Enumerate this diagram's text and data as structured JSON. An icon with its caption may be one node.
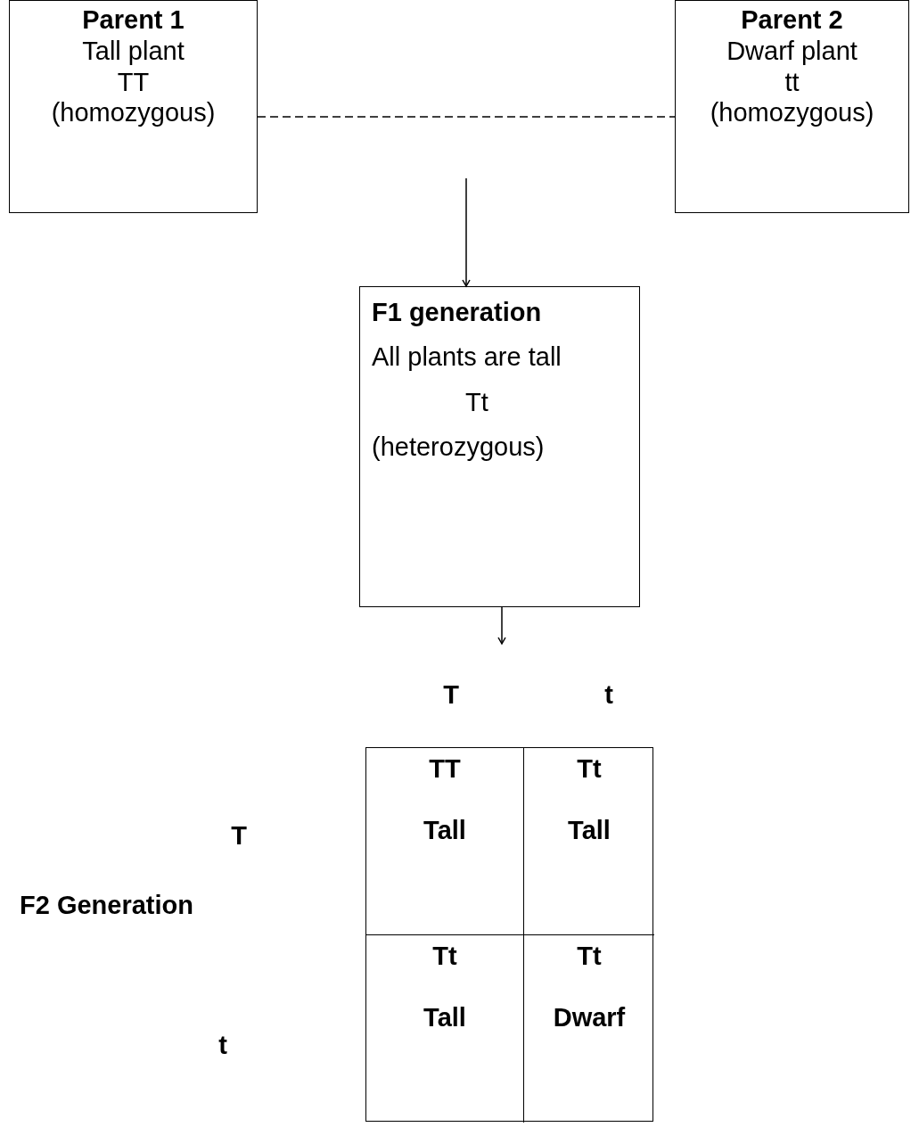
{
  "diagram": {
    "nodes": [
      {
        "text": [
          "Parent 1",
          "Tall plant",
          "TT",
          "(homozygous)"
        ]
      },
      {
        "text": [
          "Parent 2",
          "Dwarf plant",
          "tt",
          "(homozygous)"
        ]
      },
      {
        "text": [
          "F1 generation",
          "All plants are tall",
          "Tt",
          "(heterozygous)"
        ]
      },
      {
        "text": [],
        "shape": "box"
      },
      {
        "text": [
          "TT",
          "Tall"
        ],
        "in": 3
      },
      {
        "text": [
          "Tt",
          "Tall"
        ],
        "in": 3
      },
      {
        "text": [
          "Tt",
          "Tall"
        ],
        "in": 3
      },
      {
        "text": [
          "Tt",
          "Dwarf"
        ],
        "in": 3
      }
    ],
    "edges": [
      {
        "from": 0,
        "to": 1,
        "arrow": "none",
        "style": "dashed"
      },
      {
        "from": null,
        "to": 2,
        "arrow": "to"
      },
      {
        "from": 2,
        "to": null,
        "arrow": "to"
      }
    ],
    "labels": [
      "T",
      "t",
      "T",
      "F2 Generation",
      "t"
    ]
  }
}
